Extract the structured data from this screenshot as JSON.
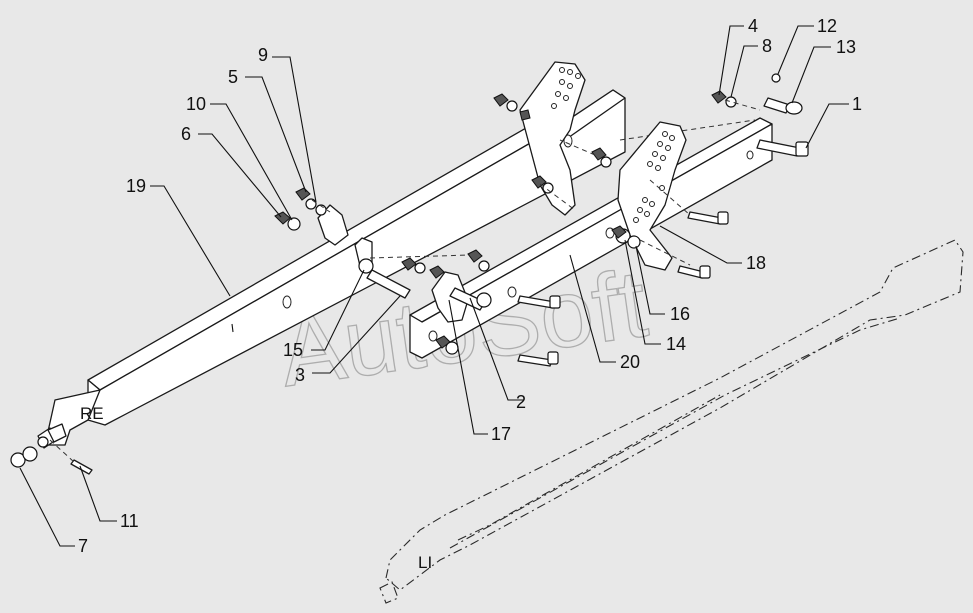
{
  "watermark": "AutoSoft",
  "side_labels": {
    "right": "RE",
    "left": "LI"
  },
  "callouts": [
    "1",
    "2",
    "3",
    "4",
    "5",
    "6",
    "7",
    "8",
    "9",
    "10",
    "11",
    "12",
    "13",
    "14",
    "15",
    "16",
    "17",
    "18",
    "19",
    "20"
  ],
  "colors": {
    "background": "#e8e8e8",
    "line": "#1a1a1a",
    "part_fill": "#ffffff",
    "watermark": "#9a9a9a"
  }
}
